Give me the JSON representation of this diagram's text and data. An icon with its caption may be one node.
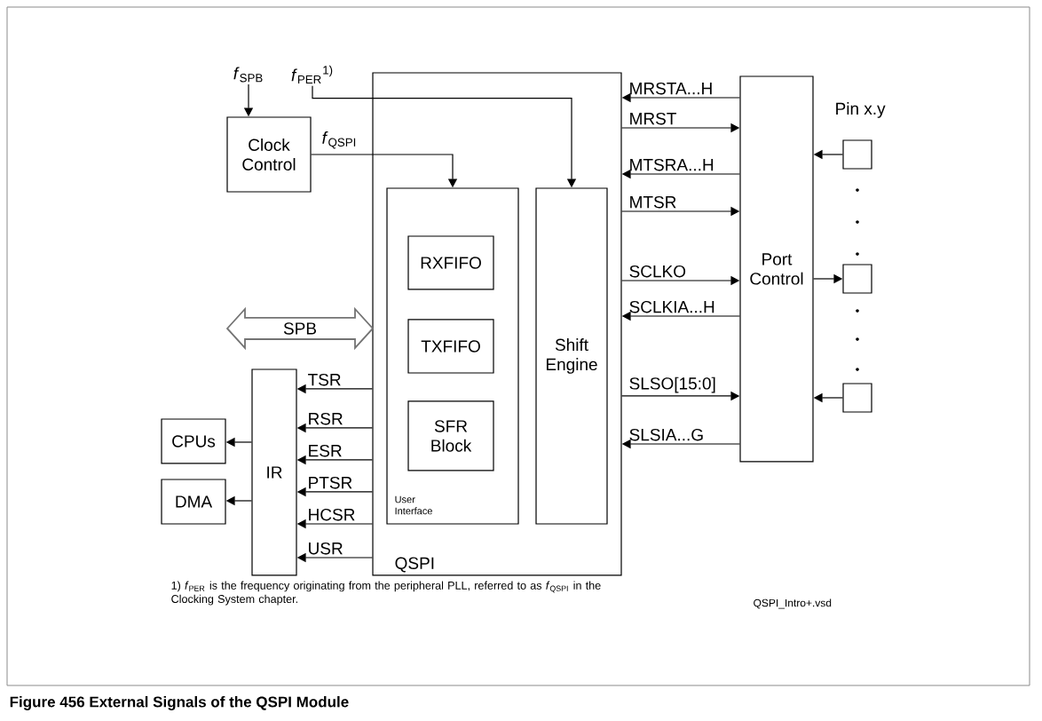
{
  "diagram": {
    "caption": "Figure 456 External Signals of the QSPI Module",
    "nodes": [
      {
        "text": [
          "*f*$_{SPB}$"
        ]
      },
      {
        "text": [
          "*f*$_{PER}$$^{1)}$"
        ]
      },
      {
        "text": [
          "Clock Control"
        ]
      },
      {
        "text": [
          "QSPI"
        ]
      },
      {
        "text": [
          "User Interface"
        ],
        "in": 3
      },
      {
        "text": [
          "RXFIFO"
        ],
        "in": 4
      },
      {
        "text": [
          "TXFIFO"
        ],
        "in": 4
      },
      {
        "text": [
          "SFR Block"
        ],
        "in": 4
      },
      {
        "text": [
          "Shift Engine"
        ],
        "in": 3
      },
      {
        "text": [
          "Port Control"
        ]
      },
      {
        "text": [],
        "shape": "box"
      },
      {
        "text": [],
        "shape": "box"
      },
      {
        "text": [],
        "shape": "box"
      },
      {
        "text": [
          "IR"
        ]
      },
      {
        "text": [
          "CPUs"
        ]
      },
      {
        "text": [
          "DMA"
        ]
      }
    ],
    "edges": [
      {
        "from": 0,
        "to": 2,
        "arrow": "to"
      },
      {
        "from": 1,
        "to": 8,
        "arrow": "to"
      },
      {
        "from": 2,
        "to": 4,
        "arrow": "to",
        "label": "*f*$_{QSPI}$"
      },
      {
        "from": 9,
        "to": 3,
        "arrow": "to",
        "label": "MRSTA...H"
      },
      {
        "from": 3,
        "to": 9,
        "arrow": "to",
        "label": "MRST"
      },
      {
        "from": 9,
        "to": 3,
        "arrow": "to",
        "label": "MTSRA...H"
      },
      {
        "from": 3,
        "to": 9,
        "arrow": "to",
        "label": "MTSR"
      },
      {
        "from": 3,
        "to": 9,
        "arrow": "to",
        "label": "SCLKO"
      },
      {
        "from": 9,
        "to": 3,
        "arrow": "to",
        "label": "SCLKIA...H"
      },
      {
        "from": 3,
        "to": 9,
        "arrow": "to",
        "label": "SLSO[15:0]"
      },
      {
        "from": 9,
        "to": 3,
        "arrow": "to",
        "label": "SLSIA...G"
      },
      {
        "from": 10,
        "to": 9,
        "arrow": "to"
      },
      {
        "from": 9,
        "to": 11,
        "arrow": "to"
      },
      {
        "from": 12,
        "to": 9,
        "arrow": "to"
      },
      {
        "from": 3,
        "to": 13,
        "arrow": "to",
        "label": "TSR"
      },
      {
        "from": 3,
        "to": 13,
        "arrow": "to",
        "label": "RSR"
      },
      {
        "from": 3,
        "to": 13,
        "arrow": "to",
        "label": "ESR"
      },
      {
        "from": 3,
        "to": 13,
        "arrow": "to",
        "label": "PTSR"
      },
      {
        "from": 3,
        "to": 13,
        "arrow": "to",
        "label": "HCSR"
      },
      {
        "from": 3,
        "to": 13,
        "arrow": "to",
        "label": "USR"
      },
      {
        "from": 13,
        "to": 14,
        "arrow": "to"
      },
      {
        "from": 13,
        "to": 15,
        "arrow": "to"
      },
      {
        "from": null,
        "to": 3,
        "arrow": "both",
        "label": "SPB",
        "style": "thick"
      }
    ],
    "labels": [
      "Pin x.y",
      "1) *f*$_{PER}$ is the frequency originating from the peripheral PLL, referred to as *f*$_{QSPI}$ in the Clocking System chapter.",
      "QSPI_Intro+.vsd"
    ]
  }
}
